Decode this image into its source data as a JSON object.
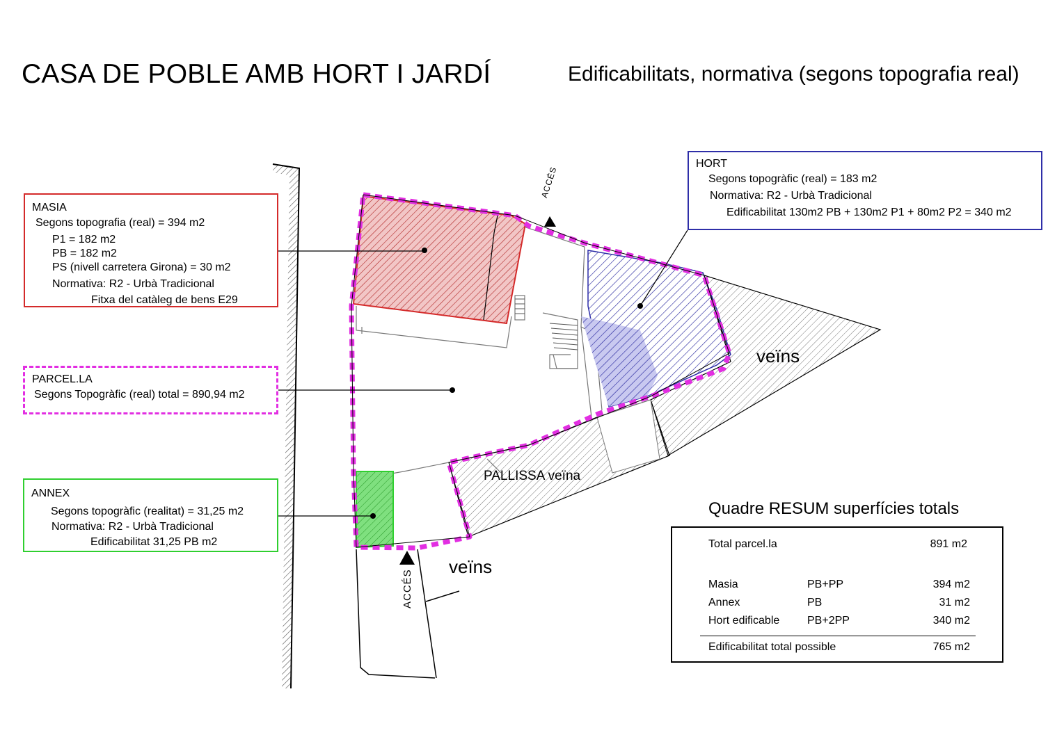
{
  "header": {
    "title": "CASA DE POBLE AMB HORT I JARDÍ",
    "subtitle": "Edificabilitats, normativa (segons topografia real)"
  },
  "masia": {
    "heading": "MASIA",
    "line1": "Segons topografia (real) = 394 m2",
    "line2": "P1 = 182 m2",
    "line3": "PB = 182 m2",
    "line4": "PS (nivell carretera Girona) = 30 m2",
    "line5": "Normativa: R2 - Urbà Tradicional",
    "line6": "Fitxa del catàleg de bens E29",
    "color": "#d42a2a"
  },
  "hort": {
    "heading": "HORT",
    "line1": "Segons topogràfic (real) = 183 m2",
    "line2": "Normativa: R2 - Urbà Tradicional",
    "line3": "Edificabilitat 130m2 PB + 130m2 P1 + 80m2 P2 = 340 m2",
    "color": "#2e2ea8"
  },
  "parcela": {
    "heading": "PARCEL.LA",
    "line1": "Segons Topogràfic (real) total = 890,94 m2",
    "color": "#e22ee2"
  },
  "annex": {
    "heading": "ANNEX",
    "line1": "Segons topogràfic (realitat) = 31,25 m2",
    "line2": "Normativa: R2 - Urbà Tradicional",
    "line3": "Edificabilitat 31,25 PB m2",
    "color": "#2fcf2f"
  },
  "plan_labels": {
    "veins_right": "veïns",
    "veins_bottom": "veïns",
    "pallissa": "PALLISSA veïna",
    "acces_top": "ACCÉS",
    "acces_bottom": "ACCÉS"
  },
  "summary": {
    "title": "Quadre RESUM superfícies totals",
    "total_label": "Total parcel.la",
    "total_value": "891 m2",
    "rows": [
      {
        "name": "Masia",
        "type": "PB+PP",
        "value": "394 m2"
      },
      {
        "name": "Annex",
        "type": "PB",
        "value": "31 m2"
      },
      {
        "name": "Hort edificable",
        "type": "PB+2PP",
        "value": "340 m2"
      }
    ],
    "footer_label": "Edificabilitat total possible",
    "footer_value": "765 m2"
  }
}
